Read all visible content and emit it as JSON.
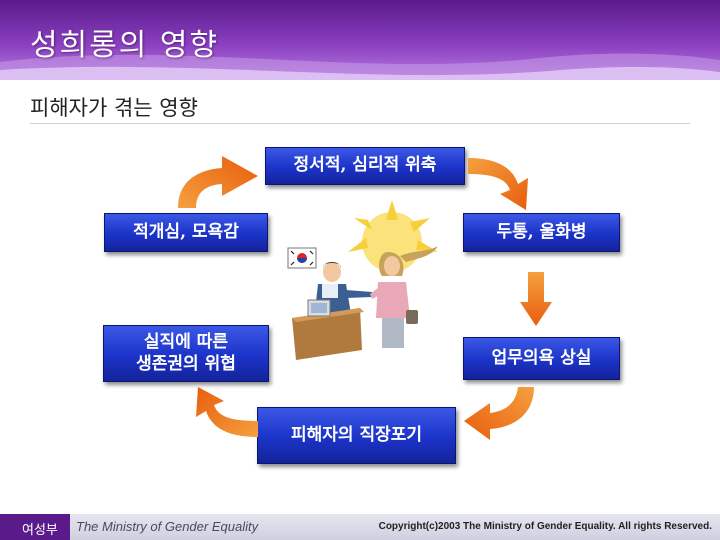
{
  "header": {
    "title": "성희롱의 영향"
  },
  "subtitle": "피해자가 겪는 영향",
  "cycle": {
    "top": "정서적, 심리적 위축",
    "right": "두통, 울화병",
    "bottom_right": "업무의욕 상실",
    "bottom": "피해자의 직장포기",
    "bottom_left": "실직에 따른\n생존권의 위협",
    "left": "적개심, 모욕감"
  },
  "footer": {
    "org_ko": "여성부",
    "org_en": "The Ministry of Gender Equality",
    "copyright": "Copyright(c)2003 The Ministry of Gender Equality. All rights Reserved."
  },
  "colors": {
    "header": "#8a3fc0",
    "box": "#1b33c8",
    "arrow": "#f07a1a"
  }
}
